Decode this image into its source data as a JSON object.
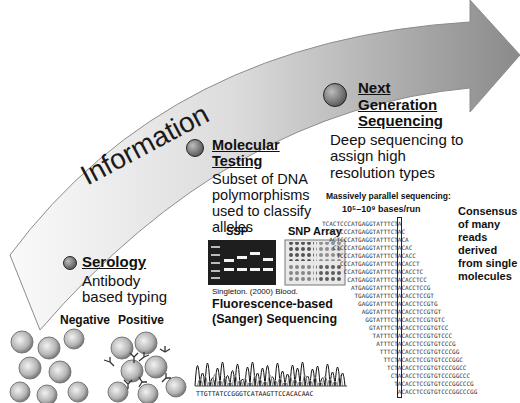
{
  "diagram": {
    "nodes": [
      {
        "text": [
          "Serology",
          "Antibody based typing"
        ]
      },
      {
        "text": [
          "Molecular Testing",
          "Subset of DNA polymorphisms used to classify alleles"
        ]
      },
      {
        "text": [
          "Next Generation Sequencing",
          "Deep sequencing to assign high resolution types"
        ]
      }
    ],
    "labels": [
      "Information",
      "Negative",
      "Positive",
      "SSP",
      "SNP Array",
      "Singleton. (2000) Blood.",
      "Fluorescence-based (Sanger) Sequencing",
      "TTGTTATCCGGGTCATAAGTTCCACACAAC",
      "Massively parallel sequencing:",
      "10⁵–10⁹ bases/run",
      "Consensus of many reads derived from single molecules",
      "TCACTCCCATGAGGTATTTCTA",
      "CACTCCCATGAGGTATTTCTAC",
      "ACTCCCATGAGGTATTTCTACA",
      "CTCCCATGAGGTATTTCTACAC",
      "TCCCATGAGGTATTTCTACACC",
      "CCCATGAGGTATTTCTACACCT",
      "CCATGAGGTATTTCTACACCTC",
      "CATGAGGTATTTCTACACCTCC",
      "ATGAGGTATTTCTACACCTCCG",
      "TGAGGTATTTCTACACCTCCGT",
      "GAGGTATTTCTACACCTCCGTG",
      "AGGTATTTCTACACCTCCGTGT",
      "GGTATTTCTACACCTCCGTGTC",
      "GTATTTCTACACCTCCGTGTCC",
      "TATTTCTACACCTCCGTGTCCC",
      "ATTTCTACACCTCCGTGTCCCG",
      "TTTCTACACCTCCGTGTCCCGG",
      "TTCTACACCTCCGTGTCCCGGC",
      "TCTACACCTCCGTGTCCCGGCC",
      "CTACACCTCCGTGTCCCGGCCC",
      "TACACCTCCGTGTCCCGGCCCG",
      "ACACCTCCGTGTCCCGGCCCGG"
    ]
  }
}
